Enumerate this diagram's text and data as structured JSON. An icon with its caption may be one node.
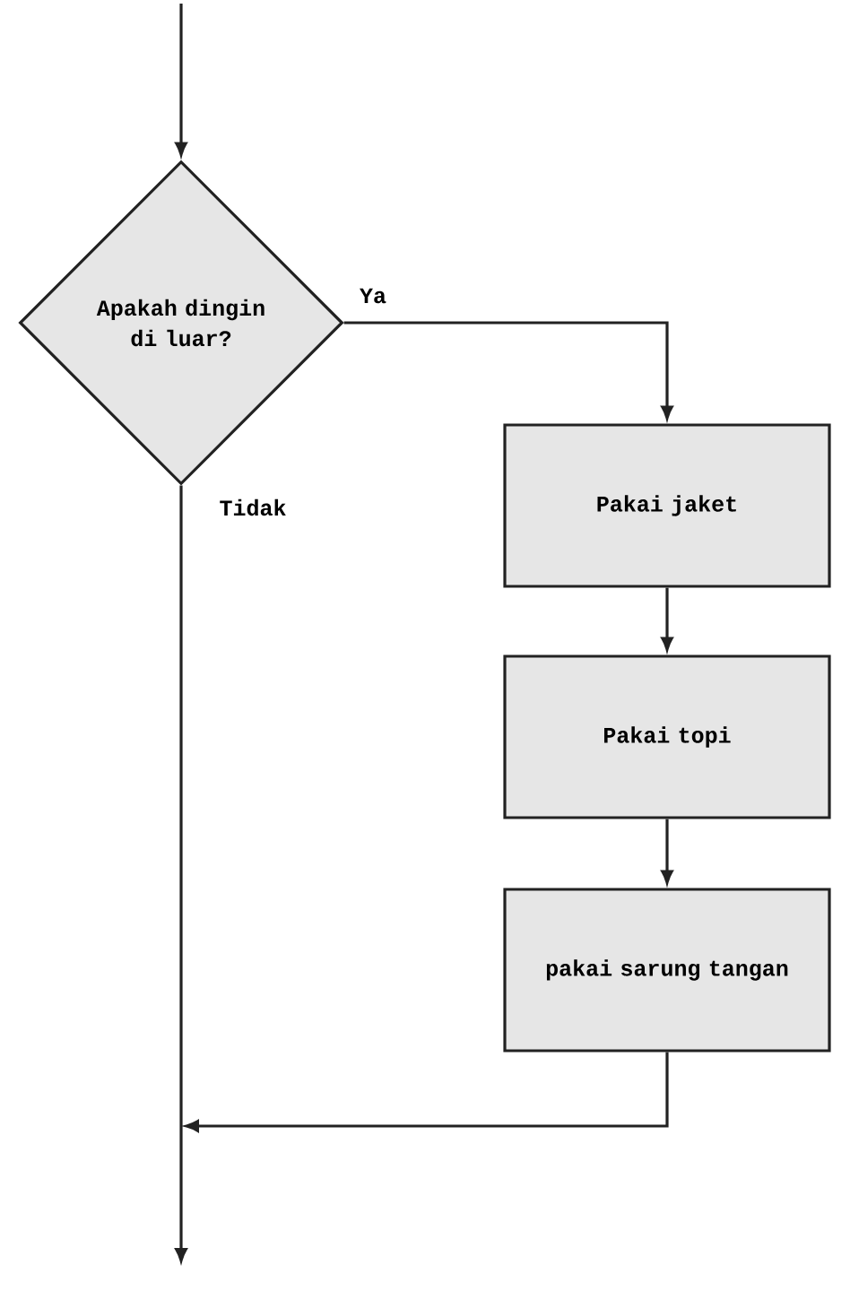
{
  "diagram": {
    "nodes": [
      {
        "text": [
          "Apakah dingin di luar?"
        ]
      },
      {
        "text": [
          "Pakai jaket"
        ]
      },
      {
        "text": [
          "Pakai topi"
        ]
      },
      {
        "text": [
          "pakai sarung tangan"
        ]
      }
    ],
    "edges": [
      {
        "from": null,
        "to": 0,
        "arrow": "to"
      },
      {
        "from": 0,
        "to": 1,
        "arrow": "to",
        "label": "Ya"
      },
      {
        "from": 1,
        "to": 2,
        "arrow": "to"
      },
      {
        "from": 2,
        "to": 3,
        "arrow": "to"
      },
      {
        "from": 3,
        "to": null,
        "arrow": "to"
      },
      {
        "from": 0,
        "to": null,
        "arrow": "to",
        "label": "Tidak"
      }
    ]
  }
}
